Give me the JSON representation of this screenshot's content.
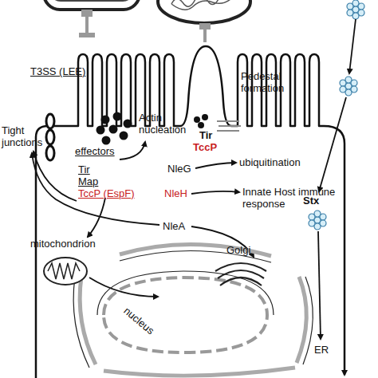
{
  "diagram": {
    "nodes": [
      {
        "text": [
          "mitochondrion"
        ]
      },
      {
        "text": [
          "Golgi"
        ]
      },
      {
        "text": [
          "nucleus"
        ]
      },
      {
        "text": [
          "ER"
        ]
      }
    ],
    "labels": [
      "T3SS (LEE)",
      "Pedestal formation",
      "Tight junctions",
      "effectors",
      "Actin nucleation",
      "Tir",
      "Map",
      "TccP (EspF)",
      "Tir",
      "TccP",
      "NleG",
      "ubiquitination",
      "NleH",
      "Innate Host immune response",
      "NleA",
      "Stx"
    ]
  }
}
